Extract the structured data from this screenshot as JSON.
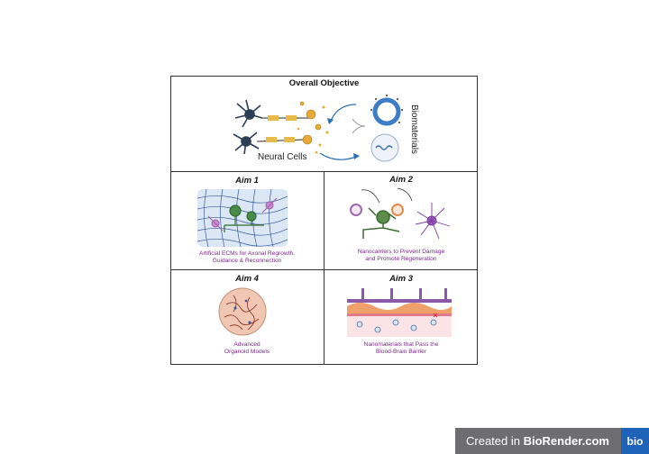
{
  "overall": {
    "title": "Overall Objective",
    "neural_label": "Neural Cells",
    "bio_label": "Biomaterials"
  },
  "aims": {
    "aim1": {
      "title": "Aim 1",
      "caption_l1": "Artificial ECMs for Axonal Regrowth,",
      "caption_l2": "Guidance & Reconnection"
    },
    "aim2": {
      "title": "Aim 2",
      "caption_l1": "Nanocarriers to Prevent Damage",
      "caption_l2": "and Promote Regeneration"
    },
    "aim4": {
      "title": "Aim 4",
      "caption_l1": "Advanced",
      "caption_l2": "Organoid Models"
    },
    "aim3": {
      "title": "Aim 3",
      "caption_l1": "Nanomaterials that Pass the",
      "caption_l2": "Blood-Brain Barrier"
    }
  },
  "badge": {
    "prefix": "Created in ",
    "brand": "BioRender.com",
    "logo": "bio"
  },
  "colors": {
    "caption": "#7a2a8a",
    "badge_bg": "#6e6e72",
    "logo_bg": "#1e63b8"
  }
}
